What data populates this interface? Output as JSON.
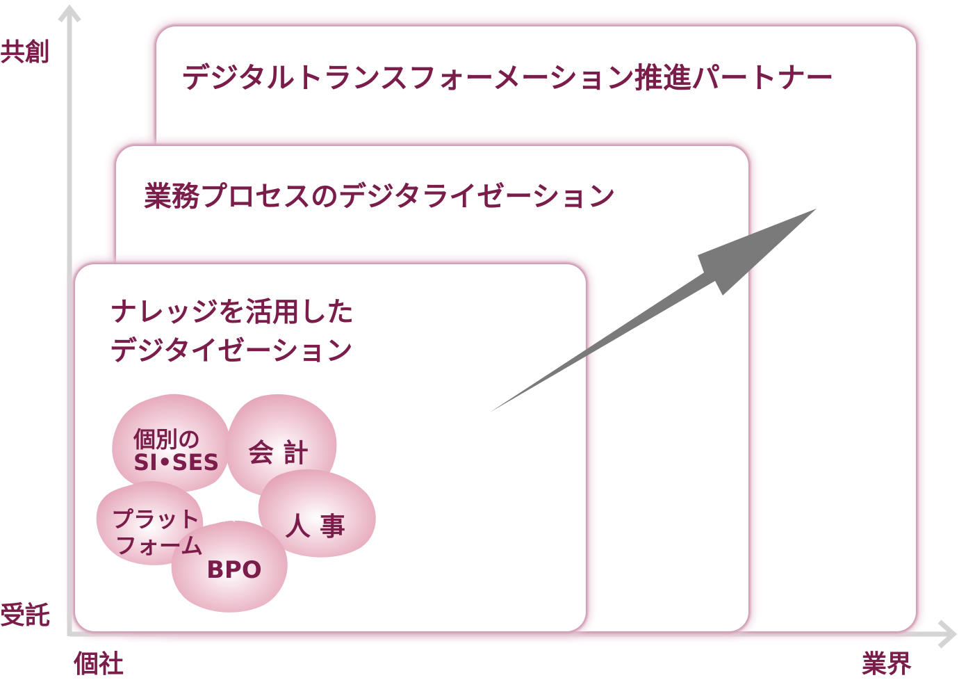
{
  "axes": {
    "y_top": "共創",
    "y_bottom": "受託",
    "x_left": "個社",
    "x_right": "業界"
  },
  "boxes": {
    "outer": "デジタルトランスフォーメーション推進パートナー",
    "middle": "業務プロセスのデジタライゼーション",
    "inner_line1": "ナレッジを活用した",
    "inner_line2": "デジタイゼーション"
  },
  "petals": {
    "si_line1": "個別の",
    "si_line2": "SI•SES",
    "accounting": "会 計",
    "platform_line1": "プラット",
    "platform_line2": "フォーム",
    "hr": "人 事",
    "bpo": "BPO"
  },
  "colors": {
    "accent": "#7b1d4a",
    "axis": "#d4d4d4",
    "petal": "#e8a8bb",
    "arrow": "#7a7a7a"
  }
}
